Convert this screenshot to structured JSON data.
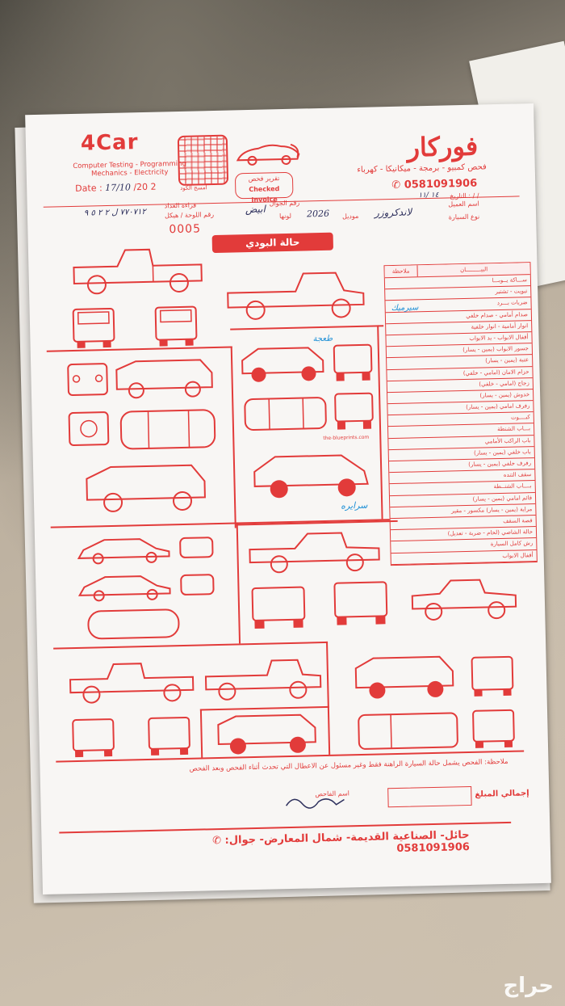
{
  "header": {
    "logo_en": "4Car",
    "services_en": [
      "Computer Testing - Programming",
      "Mechanics - Electricity"
    ],
    "date_label": "Date :",
    "date_value": "17/10",
    "date_year": "/20 2",
    "qr_caption": "امسح الكود",
    "invoice_ar": "تقرير فحص",
    "invoice_en": "Checked Invoice",
    "brand_ar": "فوركار",
    "services_ar": "فحص كمبيو - برمجة - ميكانيكا - كهرباء",
    "phone": "0581091906",
    "date_label_ar": "التاريخ : /  /",
    "date_hand_ar": "١٤ /١١"
  },
  "fields": {
    "customer_label": "اسم العميل",
    "mobile_label": "رقم الجوال",
    "odometer_label": "قراءة العداد",
    "plate_label": "رقم اللوحة / هيكل",
    "car_type_label": "نوع السيارة",
    "model_label": "موديل",
    "color_label": "لونها",
    "car_type_value": "لاندكروزر",
    "model_value": "2026",
    "color_value": "ابيض",
    "plate_value": "٧٧٠٧١٢ ل ٢ ٢ ٥ ٩"
  },
  "report_number": "0005",
  "section_title": "حالة البودي",
  "table": {
    "header": [
      "البيـــــــــان",
      "ملاحظة"
    ],
    "rows": [
      "ســـاكة يــوبـــا",
      "تبويت - تشتير",
      "ضربات بـــرد",
      "صدام أمامي - صدام خلفي",
      "انوار أمامية - انوار خلفية",
      "أقفال الابواب - يد الابواب",
      "جسور الابواب (يمين - يسار)",
      "عتبة (يمين - يسار)",
      "حزام الامان (امامي - خلفي)",
      "زجاج (امامي - خلفي)",
      "خدوش (يمين - يسار)",
      "رفرف امامي (يمين - يسار)",
      "كبــــوت",
      "بـــاب الشنطة",
      "باب الراكب الأمامي",
      "باب خلفي (يمين - يسار)",
      "رفرف خلفي (يمين - يسار)",
      "سقف التنده",
      "بــــاب الشنــطة",
      "قائم امامي (يمين - يسار)",
      "مراية (يمين - يسار) مكسور - مقير",
      "قصة السقف",
      "حالة الشاصي (لحام - ضربة - تعديل)",
      "رش كامل السيارة",
      "أقفال الابواب"
    ],
    "handwritten_note": "سيرميك"
  },
  "annotations": {
    "car_mark": "طعجة",
    "car_mark2": "سرايره"
  },
  "blueprint_credit": "the-blueprints.com",
  "footer": {
    "note_ar": "ملاحظة: الفحص يشمل حالة السيارة الراهنة فقط وغير مسئول عن الاعطال التي تحدث أثناء الفحص وبعد الفحص",
    "total_label": "إجمالي المبلغ",
    "inspector_label": "اسم الفاحص",
    "address_ar": "حائل- الصناعية القديمة- شمال المعارض- جوال: 0581091906",
    "watermark": "حراج"
  },
  "colors": {
    "ink_red": "#e23b3a",
    "pen_blue": "#1c8fd6",
    "pen_dark": "#2d2f5c"
  }
}
